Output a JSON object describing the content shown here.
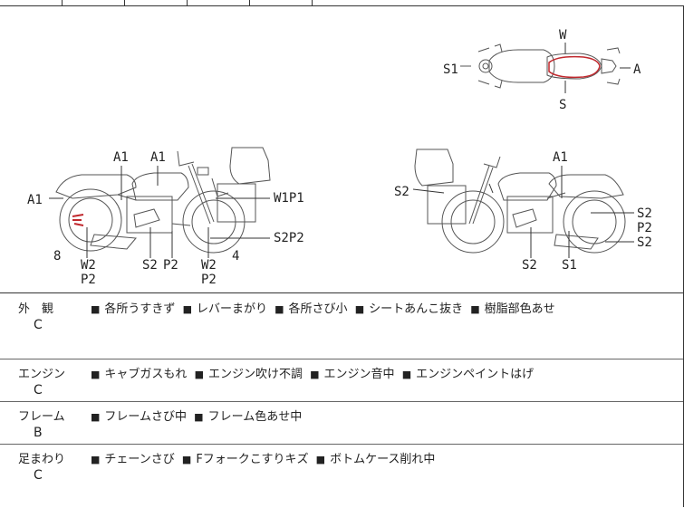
{
  "diagram": {
    "top_view": {
      "W": "W",
      "S1": "S1",
      "A": "A",
      "S": "S"
    },
    "left_side": {
      "A1_a": "A1",
      "A1_b": "A1",
      "A1_c": "A1",
      "W1P1": "W1P1",
      "S2P2": "S2P2",
      "num8": "8",
      "W2P2_a_top": "W2",
      "W2P2_a_bot": "P2",
      "S2": "S2",
      "P2": "P2",
      "W2P2_b_top": "W2",
      "W2P2_b_bot": "P2",
      "num4": "4"
    },
    "right_side": {
      "S2_top": "S2",
      "A1": "A1",
      "S2_r": "S2",
      "P2_r": "P2",
      "S2_r2": "S2",
      "S2_bottom": "S2",
      "S1_bottom": "S1"
    }
  },
  "sections": [
    {
      "category": "外　観",
      "grade": "C",
      "items": [
        "各所うすきず",
        "レバーまがり",
        "各所さび小",
        "シートあんこ抜き",
        "樹脂部色あせ"
      ]
    },
    {
      "category": "エンジン",
      "grade": "C",
      "items": [
        "キャブガスもれ",
        "エンジン吹け不調",
        "エンジン音中",
        "エンジンペイントはげ"
      ]
    },
    {
      "category": "フレーム",
      "grade": "B",
      "items": [
        "フレームさび中",
        "フレーム色あせ中"
      ]
    },
    {
      "category": "足まわり",
      "grade": "C",
      "items": [
        "チェーンさび",
        "Fフォークこすりキズ",
        "ボトムケース削れ中"
      ]
    }
  ],
  "colors": {
    "damage_mark": "#c0282d",
    "line": "#333333"
  }
}
